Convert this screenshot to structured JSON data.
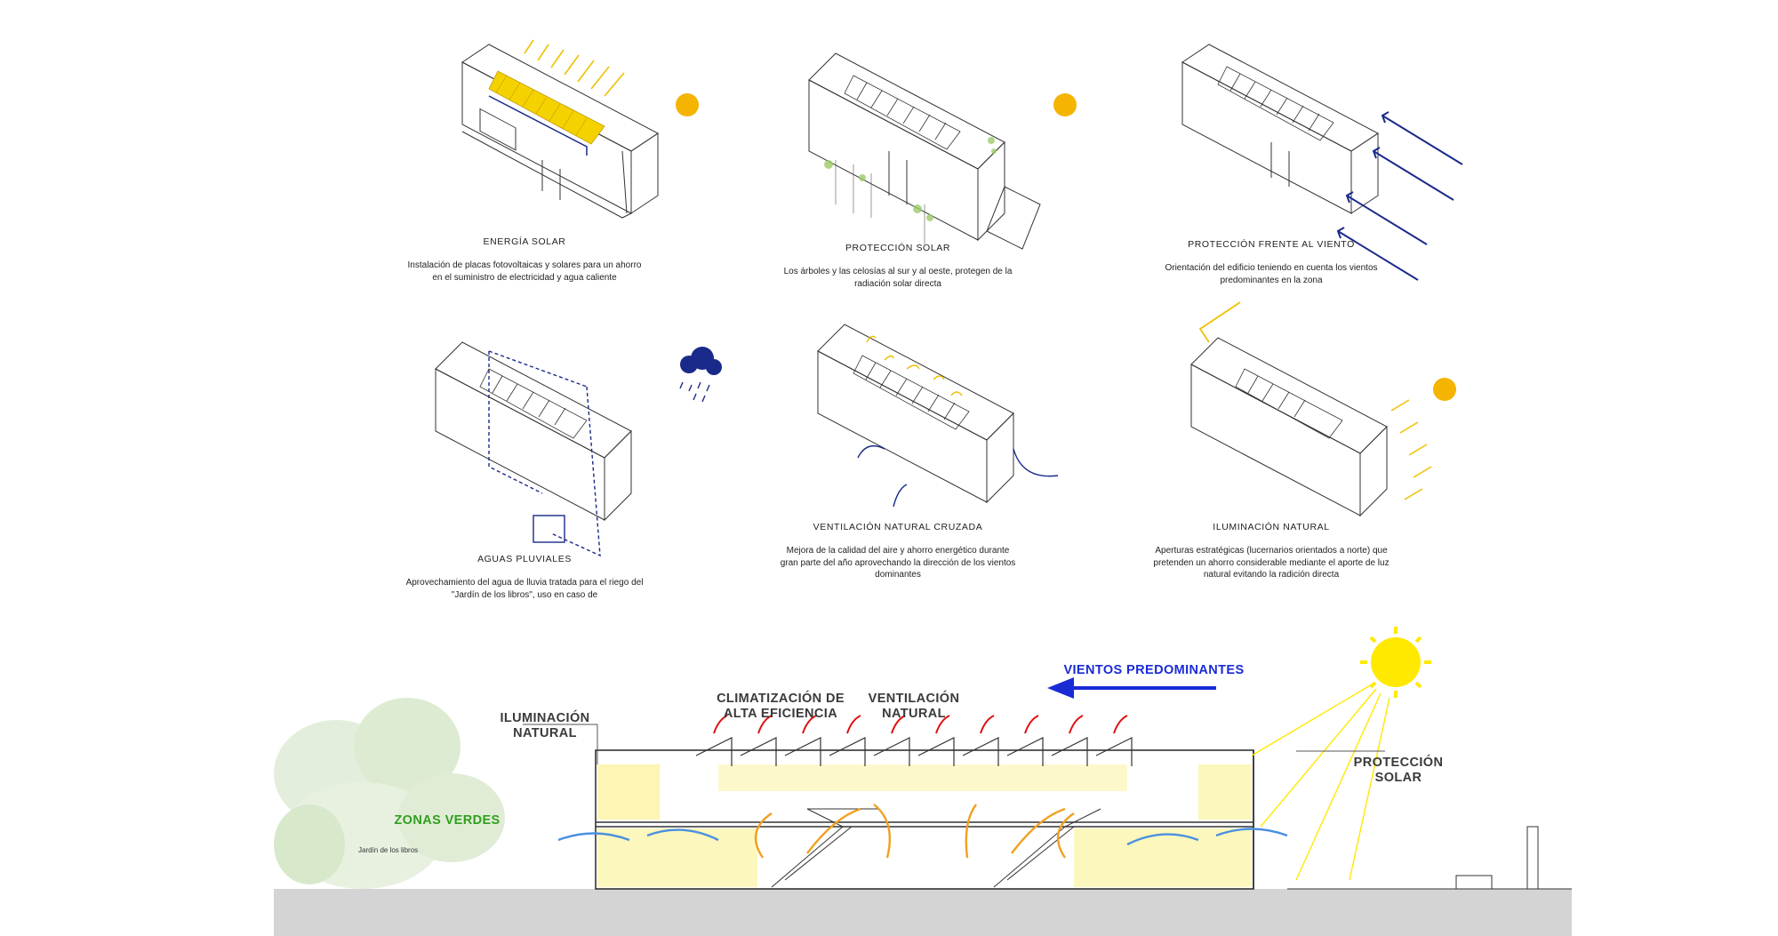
{
  "panels": [
    {
      "title": "ENERGÍA SOLAR",
      "description": "Instalación de placas fotovoltaicas y solares para un ahorro en el suministro de electricidad y agua caliente",
      "icon": "sun-icon"
    },
    {
      "title": "PROTECCIÓN SOLAR",
      "description": "Los árboles y las celosías al sur y al oeste, protegen de la radiación solar directa",
      "icon": "sun-icon"
    },
    {
      "title": "PROTECCIÓN FRENTE AL VIENTO",
      "description": "Orientación del edificio teniendo en cuenta los vientos predominantes en la zona",
      "icon": "wind-arrows-icon"
    },
    {
      "title": "AGUAS PLUVIALES",
      "description": "Aprovechamiento del agua de lluvia tratada para el riego del \"Jardín de los libros\", uso en caso de",
      "icon": "rain-cloud-icon"
    },
    {
      "title": "VENTILACIÓN NATURAL CRUZADA",
      "description": "Mejora de la calidad del aire y ahorro energético durante gran parte del año aprovechando la dirección de los vientos dominantes",
      "icon": "airflow-icon"
    },
    {
      "title": "ILUMINACIÓN NATURAL",
      "description": "Aperturas estratégicas (lucernarios orientados a norte) que pretenden un ahorro considerable mediante el aporte de luz natural evitando la radición directa",
      "icon": "sun-icon"
    }
  ],
  "section": {
    "labels": {
      "iluminacion": "ILUMINACIÓN\nNATURAL",
      "climatizacion": "CLIMATIZACIÓN DE\nALTA EFICIENCIA",
      "ventilacion": "VENTILACIÓN\nNATURAL",
      "vientos": "VIENTOS PREDOMINANTES",
      "proteccion": "PROTECCIÓN\nSOLAR",
      "zonas": "ZONAS VERDES",
      "jardin": "Jardín de los libros"
    }
  },
  "colors": {
    "sun": "#f4b400",
    "sun_bright": "#ffe900",
    "blue": "#1a2a8a",
    "vivid_blue": "#1a2bd6",
    "red_arrow": "#e01010",
    "orange_arrow": "#f0a020",
    "light_blue_arrow": "#4a90e0",
    "green": "#2fa01f",
    "ground": "#d4d4d4",
    "interior_light": "#fbf3a0"
  }
}
